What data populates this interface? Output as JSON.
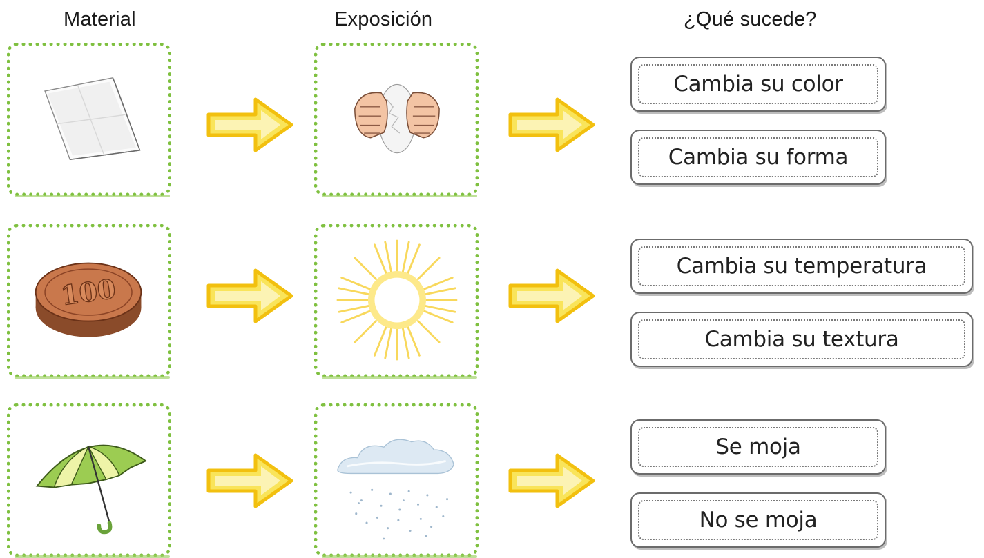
{
  "headers": {
    "material": "Material",
    "exposition": "Exposición",
    "question": "¿Qué sucede?"
  },
  "rows": [
    {
      "material_icon": "paper-sheet-icon",
      "exposition_icon": "hands-crumpling-paper-icon",
      "options": [
        "Cambia su color",
        "Cambia su forma"
      ]
    },
    {
      "material_icon": "coin-icon",
      "coin_text": "100",
      "exposition_icon": "sun-icon",
      "options": [
        "Cambia su temperatura",
        "Cambia su textura"
      ]
    },
    {
      "material_icon": "umbrella-icon",
      "exposition_icon": "rain-cloud-icon",
      "options": [
        "Se moja",
        "No se moja"
      ]
    }
  ],
  "colors": {
    "card_border": "#7fc040",
    "arrow_fill": "#f7dc3a",
    "arrow_outline": "#f3c313",
    "option_border": "#6b6b6b"
  }
}
